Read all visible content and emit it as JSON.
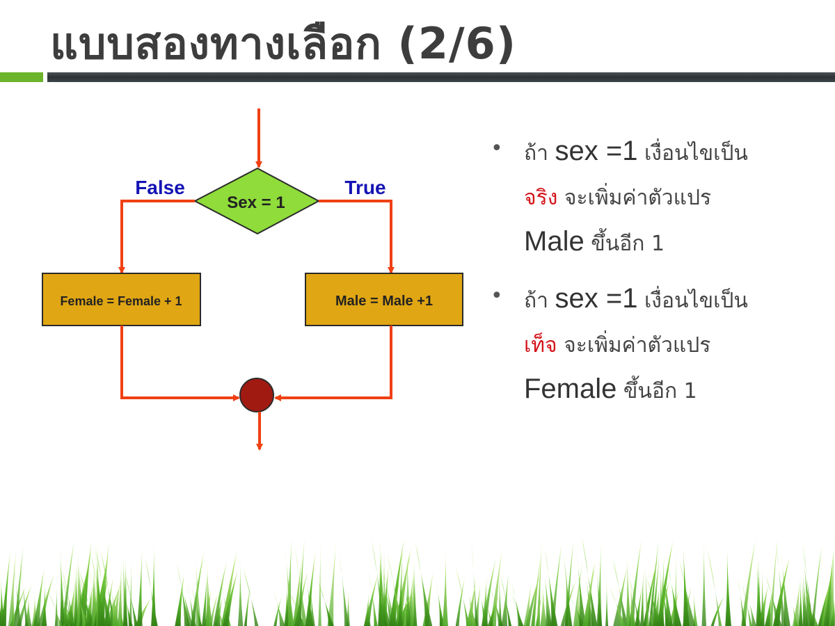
{
  "slide": {
    "title": "แบบสองทางเลือก (2/6)"
  },
  "flowchart": {
    "decision_label": "Sex = 1",
    "false_label": "False",
    "true_label": "True",
    "left_process": "Female = Female + 1",
    "right_process": "Male = Male +1"
  },
  "bullets": [
    {
      "l1_pre": "ถ้า ",
      "l1_var": "sex =1",
      "l1_post": " เงื่อนไขเป็น",
      "l2_red": "จริง",
      "l2_post": " จะเพิ่มค่าตัวแปร",
      "l3_var": "Male",
      "l3_post": " ขึ้นอีก 1"
    },
    {
      "l1_pre": "ถ้า ",
      "l1_var": "sex =1",
      "l1_post": " เงื่อนไขเป็น",
      "l2_red": "เท็จ",
      "l2_post": " จะเพิ่มค่าตัวแปร",
      "l3_var": "Female",
      "l3_post": " ขึ้นอีก 1"
    }
  ],
  "colors": {
    "arrow": "#f04012",
    "decision_fill": "#8fdc3a",
    "process_fill": "#e0a613",
    "connector_fill": "#a11a12",
    "label_blue": "#1414b4",
    "emphasis_red": "#d4141c",
    "accent_green": "#6bb42b"
  }
}
